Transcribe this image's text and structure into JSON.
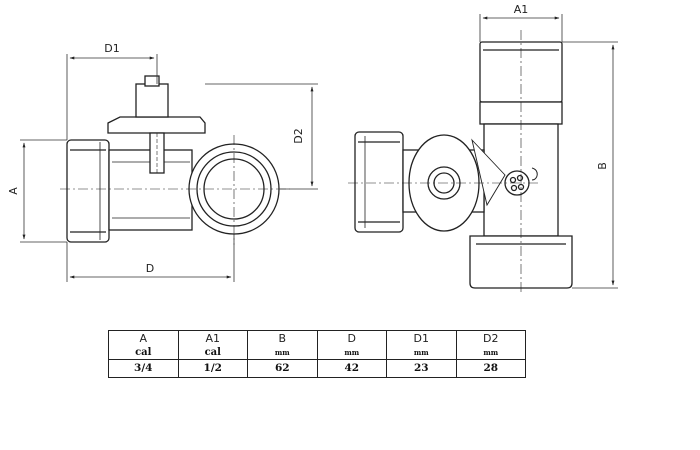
{
  "drawing": {
    "front_view_labels": {
      "a": "A",
      "d": "D",
      "d1": "D1",
      "d2": "D2"
    },
    "side_view_labels": {
      "a1": "A1",
      "b": "B"
    }
  },
  "spec_table": {
    "headers": [
      "A",
      "A1",
      "B",
      "D",
      "D1",
      "D2"
    ],
    "units": [
      "cal",
      "cal",
      "mm",
      "mm",
      "mm",
      "mm"
    ],
    "values": [
      "3/4",
      "1/2",
      "62",
      "42",
      "23",
      "28"
    ]
  }
}
